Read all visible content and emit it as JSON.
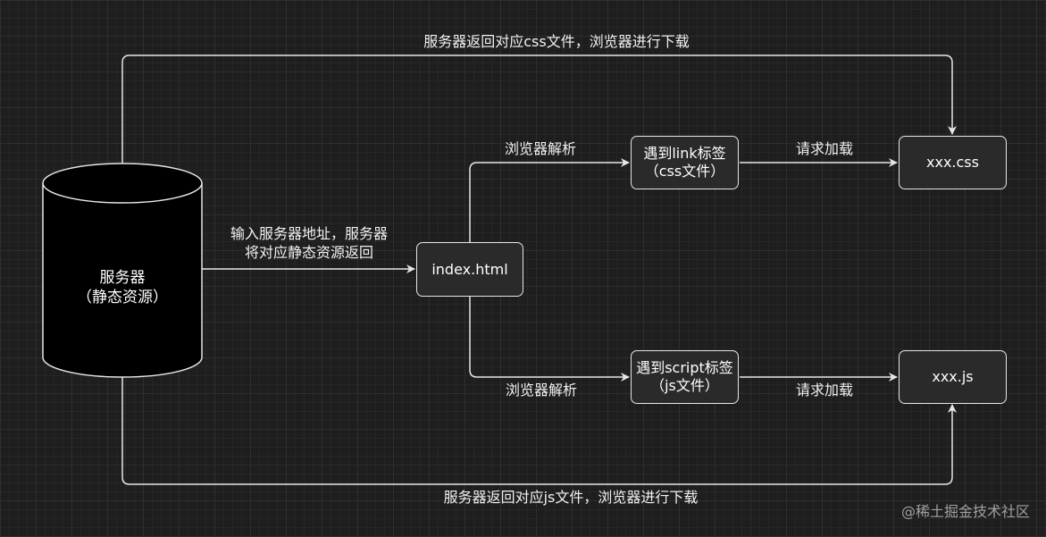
{
  "nodes": {
    "server": {
      "line1": "服务器",
      "line2": "（静态资源）"
    },
    "index": {
      "label": "index.html"
    },
    "link_tag": {
      "line1": "遇到link标签",
      "line2": "（css文件）"
    },
    "script_tag": {
      "line1": "遇到script标签",
      "line2": "（js文件）"
    },
    "css_file": {
      "label": "xxx.css"
    },
    "js_file": {
      "label": "xxx.js"
    }
  },
  "edges": {
    "top_return": "服务器返回对应css文件，浏览器进行下载",
    "bottom_return": "服务器返回对应js文件，浏览器进行下载",
    "request_line1": "输入服务器地址，服务器",
    "request_line2": "将对应静态资源返回",
    "parse_top": "浏览器解析",
    "parse_bottom": "浏览器解析",
    "load_css": "请求加载",
    "load_js": "请求加载"
  },
  "watermark": "@稀土掘金技术社区",
  "colors": {
    "background": "#1e1e1e",
    "stroke": "#e6e6e6",
    "text": "#ffffff"
  }
}
